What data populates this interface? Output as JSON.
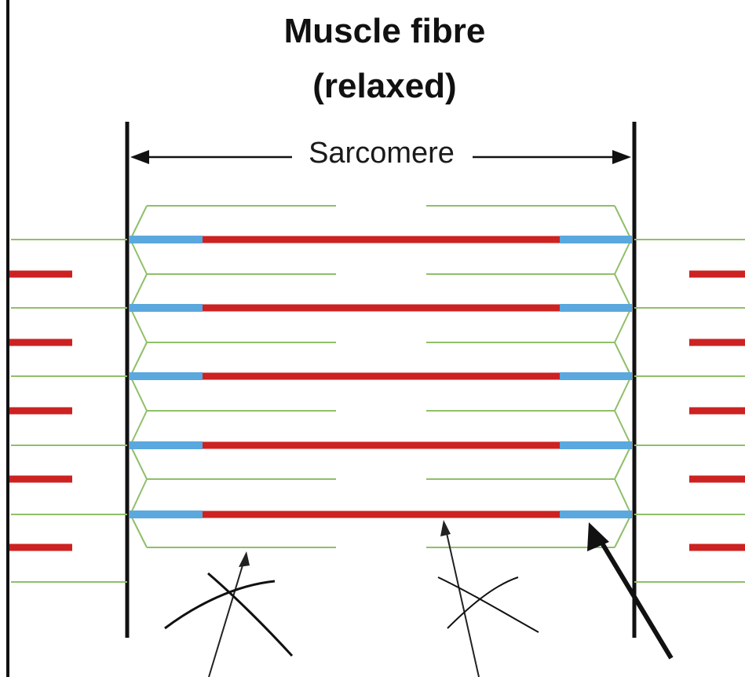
{
  "title": {
    "line1": "Muscle fibre",
    "line2": "(relaxed)"
  },
  "labels": {
    "sarcomere": "Sarcomere"
  },
  "colors": {
    "thin_filament": "#8fbf6a",
    "thick_filament": "#cc2222",
    "titin_segment": "#5aa8de",
    "line": "#111111"
  }
}
